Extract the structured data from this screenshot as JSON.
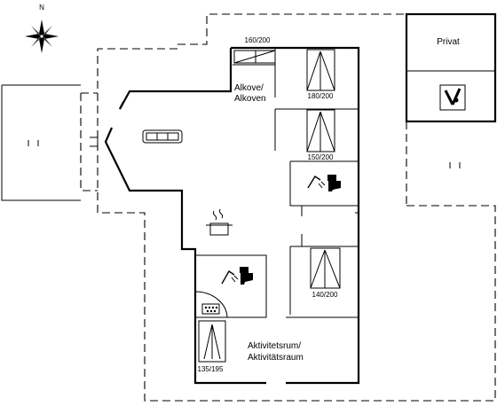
{
  "compass": {
    "north_label": "N",
    "icon": "compass-rose-icon"
  },
  "rooms": {
    "privat": "Privat",
    "alkove_line1": "Alkove/",
    "alkove_line2": "Alkoven",
    "activity_line1": "Aktivitetsrum/",
    "activity_line2": "Aktivitätsraum"
  },
  "beds": {
    "alkove_bed": "160/200",
    "bed_top": "180/200",
    "bed_middle": "150/200",
    "bed_lower": "140/200",
    "bed_activity": "135/195"
  },
  "icons": {
    "sofa": "sofa-icon",
    "stove": "cooking-pot-icon",
    "shower_toilet": "shower-toilet-icon",
    "sauna": "sauna-icon",
    "tools": "tools-icon"
  }
}
